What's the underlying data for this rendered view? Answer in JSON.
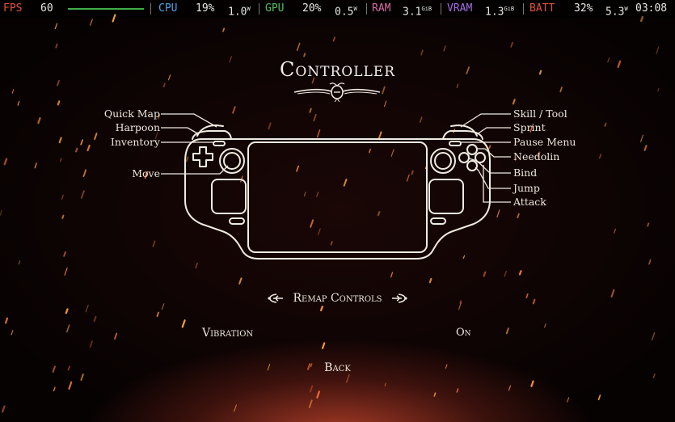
{
  "overlay": {
    "fps_label": "FPS",
    "fps_value": "60",
    "cpu_label": "CPU",
    "cpu_pct": "19%",
    "cpu_power": "1.0",
    "cpu_unit": "W",
    "gpu_label": "GPU",
    "gpu_pct": "20%",
    "gpu_power": "0.5",
    "gpu_unit": "W",
    "ram_label": "RAM",
    "ram_value": "3.1",
    "ram_unit": "GiB",
    "vram_label": "VRAM",
    "vram_value": "1.3",
    "vram_unit": "GiB",
    "batt_label": "BATT",
    "batt_pct": "32%",
    "batt_power": "5.3",
    "batt_unit": "W",
    "clock": "03:08"
  },
  "screen_title": "Controller",
  "labels_left": {
    "quick_map": "Quick Map",
    "harpoon": "Harpoon",
    "inventory": "Inventory",
    "move": "Move"
  },
  "labels_right": {
    "skill_tool": "Skill / Tool",
    "sprint": "Sprint",
    "pause_menu": "Pause Menu",
    "needolin": "Needolin",
    "bind": "Bind",
    "jump": "Jump",
    "attack": "Attack"
  },
  "menu": {
    "remap": "Remap Controls",
    "vibration_label": "Vibration",
    "vibration_value": "On",
    "back": "Back"
  }
}
